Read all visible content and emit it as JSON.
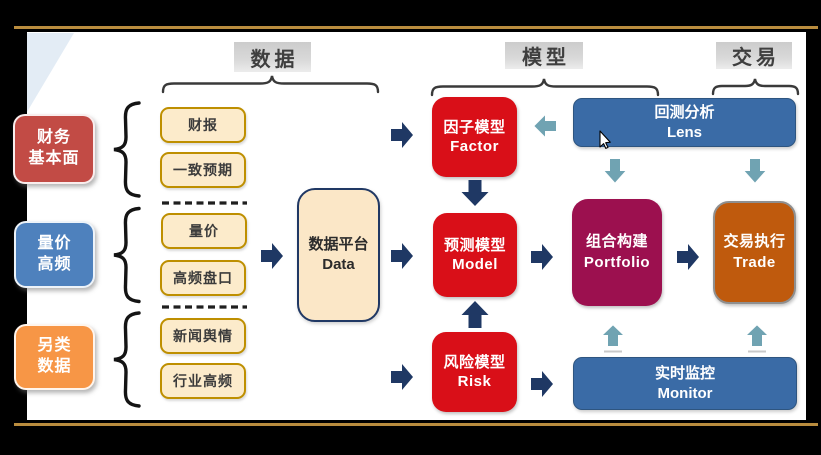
{
  "headers": {
    "data": "数据",
    "model": "模型",
    "trade": "交易"
  },
  "categories": [
    {
      "line1": "财务",
      "line2": "基本面",
      "color": "#C24B45",
      "items": [
        "财报",
        "一致预期"
      ]
    },
    {
      "line1": "量价",
      "line2": "高频",
      "color": "#4E81BD",
      "items": [
        "量价",
        "高频盘口"
      ]
    },
    {
      "line1": "另类",
      "line2": "数据",
      "color": "#F79646",
      "items": [
        "新闻舆情",
        "行业高频"
      ]
    }
  ],
  "platform": {
    "title": "数据平台",
    "subtitle": "Data"
  },
  "models": {
    "factor": {
      "title": "因子模型",
      "subtitle": "Factor"
    },
    "predict": {
      "title": "预测模型",
      "subtitle": "Model"
    },
    "risk": {
      "title": "风险模型",
      "subtitle": "Risk"
    }
  },
  "stages": {
    "portfolio": {
      "title": "组合构建",
      "subtitle": "Portfolio"
    },
    "trade": {
      "title": "交易执行",
      "subtitle": "Trade"
    }
  },
  "panels": {
    "lens": {
      "title": "回测分析",
      "subtitle": "Lens"
    },
    "monitor": {
      "title": "实时监控",
      "subtitle": "Monitor"
    }
  },
  "colors": {
    "frame_gold": "#B98C3E",
    "navy_arrow": "#1F3864",
    "teal_arrow": "#70A3B2",
    "bright_red": "#D90F18",
    "steel_blue": "#3A6BA6",
    "magenta": "#9C104F",
    "brown": "#BF5A0D",
    "category_red": "#C24B45",
    "category_blue": "#4E81BD",
    "category_orange": "#F79646",
    "cream_fill": "#FCEBCB",
    "gold_border": "#BE8F00",
    "header_gray": "#D9D9D9"
  },
  "icons": {
    "cursor": "mouse-cursor-icon",
    "flow_arrow": "block-arrow-icon"
  }
}
